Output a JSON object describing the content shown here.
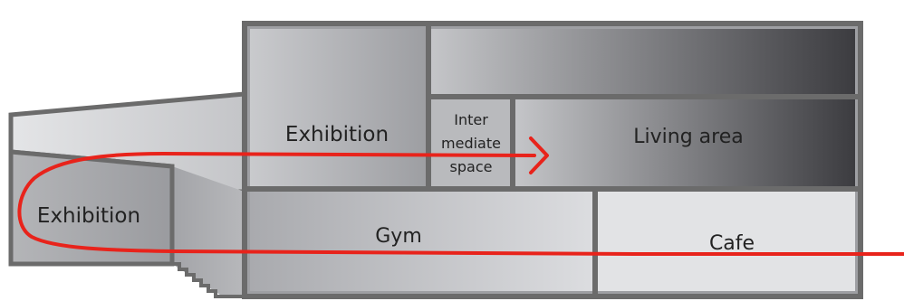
{
  "labels": {
    "exhibition_upper": "Exhibition",
    "exhibition_lower": "Exhibition",
    "intermediate_line1": "Inter",
    "intermediate_line2": "mediate",
    "intermediate_line3": "space",
    "living_area": "Living area",
    "gym": "Gym",
    "cafe": "Cafe"
  },
  "colors": {
    "outline": "#6b6b6b",
    "path": "#e8231b",
    "living_dark": "#3c3c40",
    "panel_light": "#e2e3e5"
  }
}
